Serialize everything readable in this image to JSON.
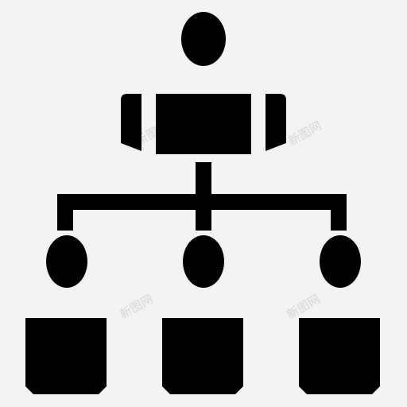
{
  "icon": {
    "name": "organization-hierarchy-icon",
    "fill_color": "#000000",
    "background_color": "#f3f3f3",
    "top_level_count": 1,
    "subordinate_count": 3
  },
  "watermark": {
    "text": "新图网",
    "color": "#d6d6d6"
  }
}
